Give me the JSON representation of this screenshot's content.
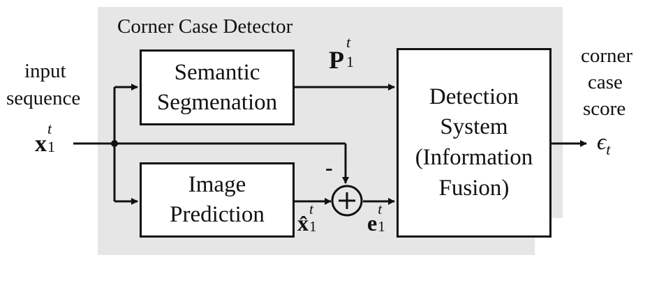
{
  "title": "Corner Case Detector",
  "blocks": {
    "segmentation": {
      "line1": "Semantic",
      "line2": "Segmenation"
    },
    "prediction": {
      "line1": "Image",
      "line2": "Prediction"
    },
    "detection": {
      "line1": "Detection",
      "line2": "System",
      "line3": "(Information",
      "line4": "Fusion)"
    }
  },
  "labels": {
    "input_line1": "input",
    "input_line2": "sequence",
    "x_input": {
      "base": "x",
      "sup": "t",
      "sub": "1"
    },
    "p_output": {
      "base": "P",
      "sup": "t",
      "sub": "1"
    },
    "x_hat": {
      "base": "x̂",
      "sup": "t",
      "sub": "1"
    },
    "e_error": {
      "base": "e",
      "sup": "t",
      "sub": "1"
    },
    "minus_sign": "-",
    "output_line1": "corner",
    "output_line2": "case",
    "output_line3": "score",
    "epsilon": {
      "base": "ϵ",
      "sub": "t"
    }
  }
}
